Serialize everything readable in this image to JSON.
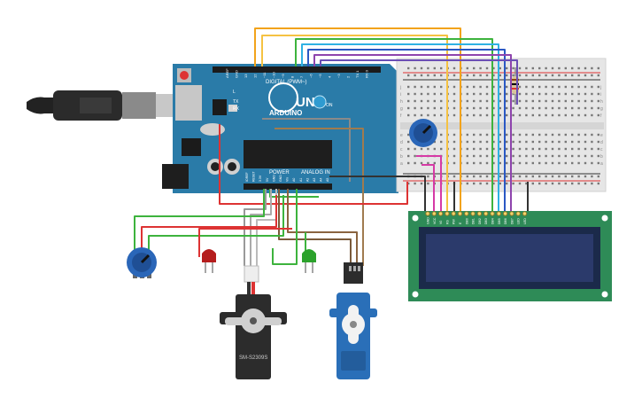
{
  "arduino": {
    "brand": "ARDUINO",
    "model": "UNO",
    "digital_label": "DIGITAL (PWM~)",
    "power_label": "POWER",
    "analog_label": "ANALOG IN",
    "tx_label": "TX",
    "rx_label": "RX",
    "l_label": "L",
    "on_label": "ON",
    "header_top_labels": [
      "AREF",
      "GND",
      "13",
      "12",
      "~11",
      "~10",
      "~9",
      "8",
      "7",
      "~6",
      "~5",
      "4",
      "~3",
      "2",
      "TX 1",
      "RX 0"
    ],
    "power_pins": [
      "IOREF",
      "RESET",
      "3.3V",
      "5V",
      "GND",
      "GND",
      "Vin"
    ],
    "analog_pins": [
      "A0",
      "A1",
      "A2",
      "A3",
      "A4",
      "A5"
    ]
  },
  "breadboard": {
    "row_letters_top": [
      "j",
      "i",
      "h",
      "g",
      "f"
    ],
    "row_letters_bottom": [
      "e",
      "d",
      "c",
      "b",
      "a"
    ]
  },
  "servo_left": {
    "label": "SM-S2309S"
  },
  "lcd": {
    "pin_labels": [
      "GND",
      "VCC",
      "V0",
      "RS",
      "RW",
      "E",
      "DB0",
      "DB1",
      "DB2",
      "DB3",
      "DB4",
      "DB5",
      "DB6",
      "DB7",
      "LED",
      "LED"
    ]
  },
  "colors": {
    "board": "#2a7ba8",
    "breadboard": "#e6e6e6",
    "lcd_pcb": "#2e8b57",
    "lcd_screen": "#2b3a6b",
    "servo_black": "#2c2c2c",
    "servo_blue": "#2a6fb8"
  }
}
